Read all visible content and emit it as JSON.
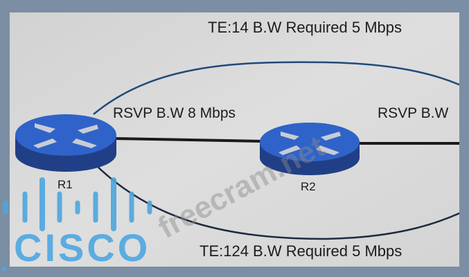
{
  "diagram": {
    "top_tunnel_label": "TE:14  B.W Required 5 Mbps",
    "bottom_tunnel_label": "TE:124  B.W Required 5 Mbps",
    "link1_label": "RSVP B.W 8  Mbps",
    "link2_label": "RSVP B.W",
    "routers": [
      {
        "name": "R1"
      },
      {
        "name": "R2"
      }
    ]
  },
  "overlay": {
    "logo_text": "CISCO",
    "watermark": "freecram.net",
    "logo_color": "#4da6e0"
  },
  "colors": {
    "frame": "#7b8ea3",
    "background": "#d9d9d8",
    "router_top": "#2f63c9",
    "router_side": "#203f86",
    "tunnel_line": "#1f4a78"
  }
}
